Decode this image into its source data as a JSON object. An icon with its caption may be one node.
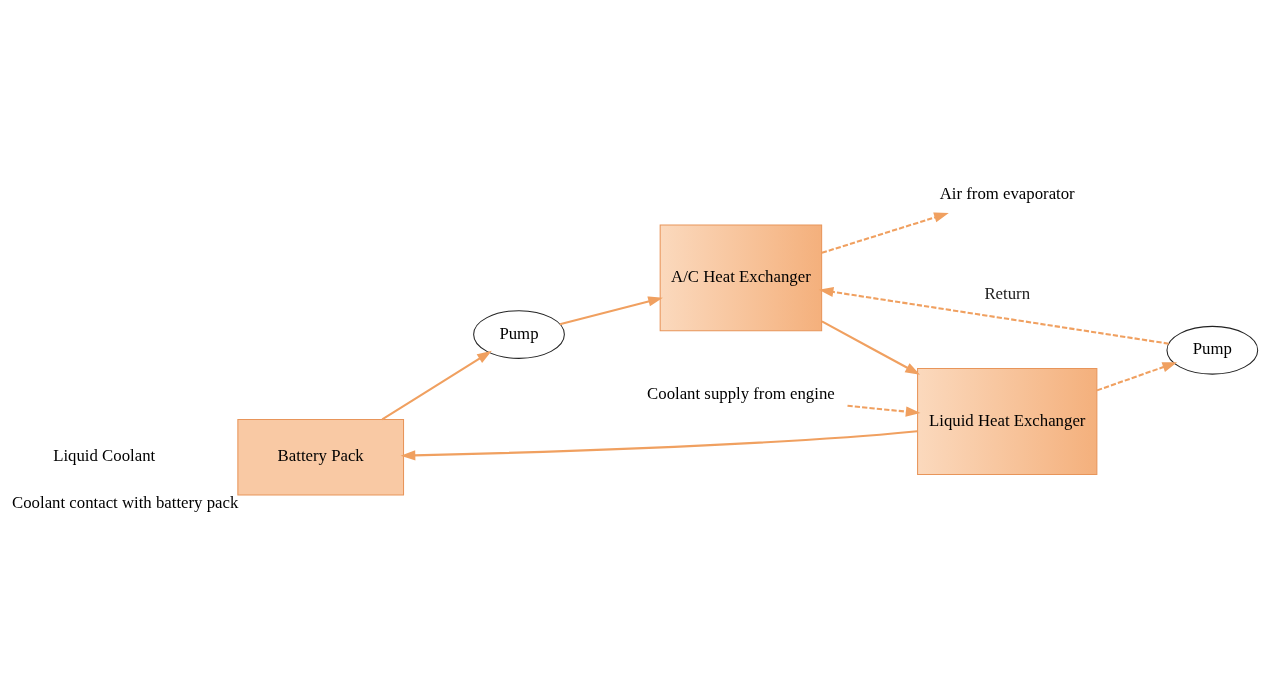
{
  "diagram": {
    "nodes": [
      {
        "text": [
          "Battery Pack"
        ],
        "beside": [
          "Coolant contact with battery pack"
        ]
      },
      {
        "text": [
          "Pump"
        ]
      },
      {
        "text": [
          "A/C Heat Exchanger"
        ]
      },
      {
        "text": [
          "Liquid Heat Exchanger"
        ]
      },
      {
        "text": [
          "Coolant supply from engine"
        ]
      },
      {
        "text": [
          "Pump"
        ]
      },
      {
        "text": [
          "Air from evaporator"
        ]
      }
    ],
    "edges": [
      {
        "from": 0,
        "to": 1,
        "arrow": "to"
      },
      {
        "from": 1,
        "to": 2,
        "arrow": "to"
      },
      {
        "from": 2,
        "to": 3,
        "arrow": "to"
      },
      {
        "from": 3,
        "to": 0,
        "arrow": "to"
      },
      {
        "from": 4,
        "to": 3,
        "arrow": "to",
        "style": "dashed"
      },
      {
        "from": 3,
        "to": 5,
        "arrow": "to",
        "style": "dashed"
      },
      {
        "from": 5,
        "to": 2,
        "arrow": "to",
        "style": "dashed",
        "label": "Return"
      },
      {
        "from": 2,
        "to": 6,
        "arrow": "to",
        "style": "dashed"
      }
    ],
    "labels": [
      "Liquid Coolant"
    ]
  }
}
